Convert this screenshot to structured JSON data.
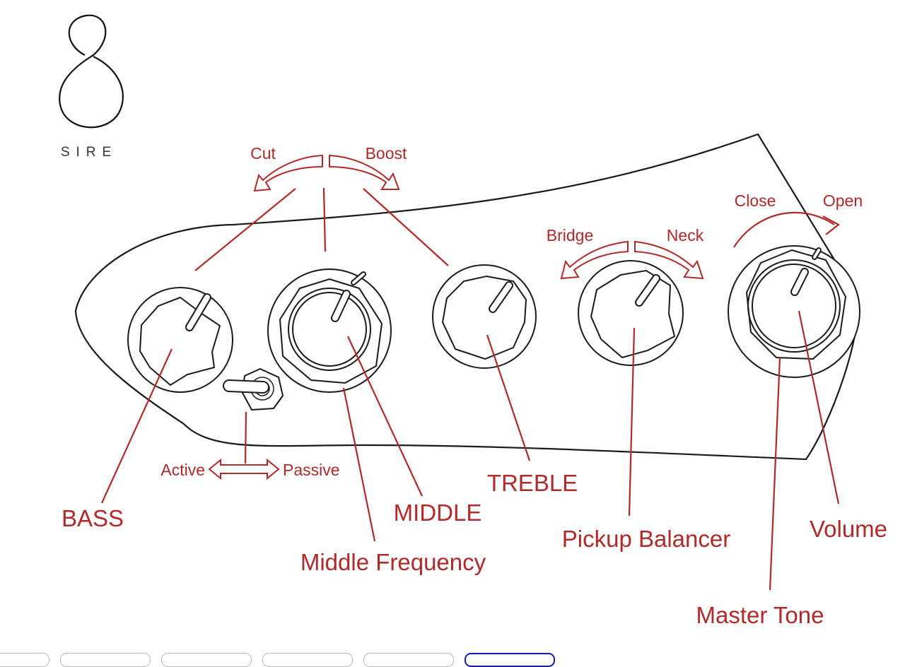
{
  "brand": {
    "logo_text": "SIRE"
  },
  "colors": {
    "annotation": "#b02a2a",
    "outline": "#1a1a1a",
    "thumb_active": "#1a1aa8"
  },
  "arrows": {
    "mid_cut": "Cut",
    "mid_boost": "Boost",
    "balancer_left": "Bridge",
    "balancer_right": "Neck",
    "volume_left": "Close",
    "volume_right": "Open",
    "switch_left": "Active",
    "switch_right": "Passive"
  },
  "controls": {
    "bass": "BASS",
    "middle": "MIDDLE",
    "middle_frequency": "Middle Frequency",
    "treble": "TREBLE",
    "pickup_balancer": "Pickup Balancer",
    "volume": "Volume",
    "master_tone": "Master Tone"
  },
  "thumbnails": {
    "count": 6,
    "active_index": 5
  }
}
